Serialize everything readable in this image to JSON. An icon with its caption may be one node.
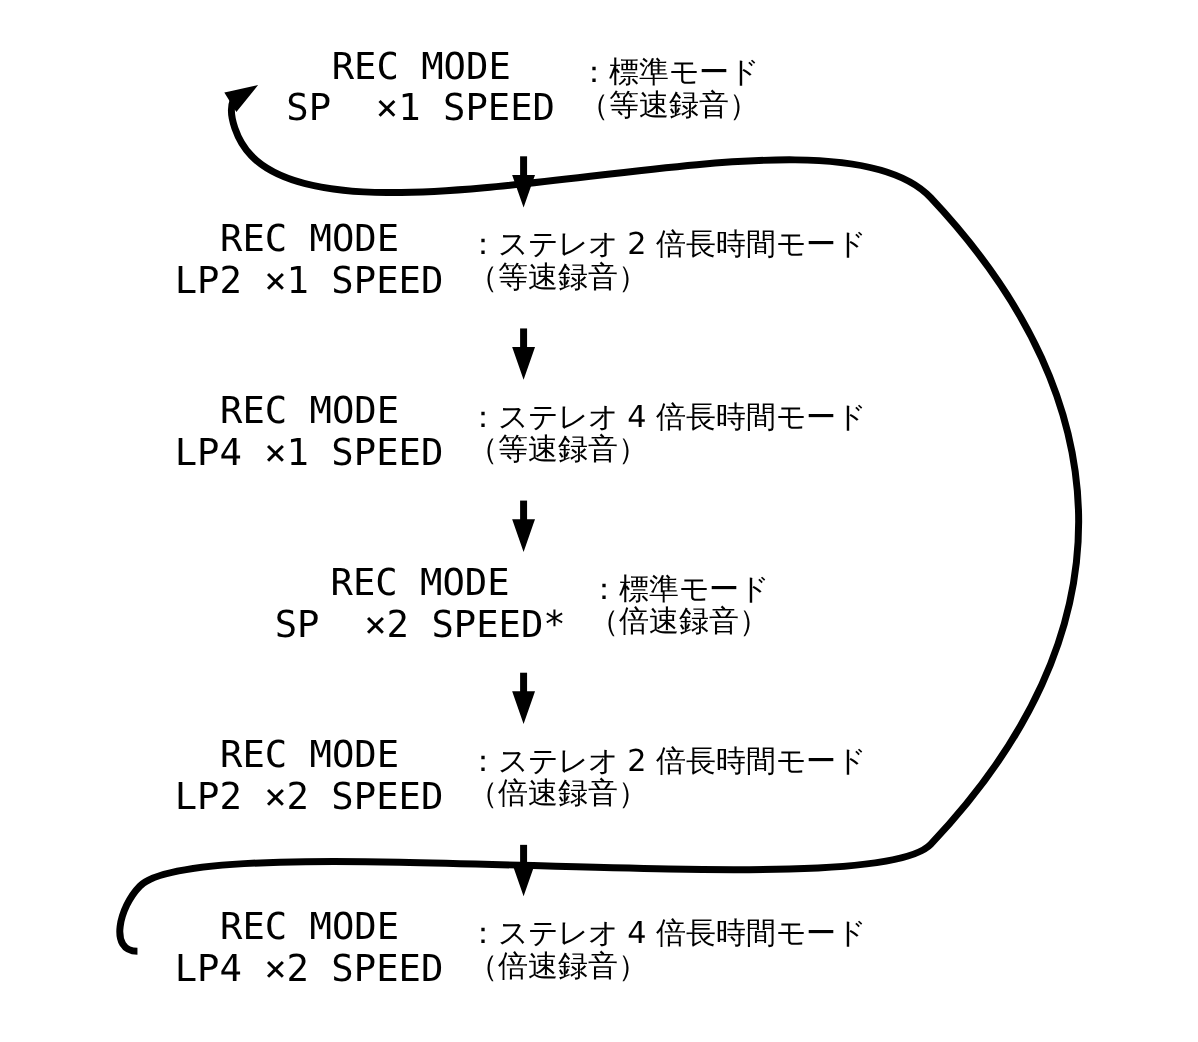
{
  "diagram": {
    "nodes": [
      {
        "text": [
          "REC MODE",
          "SP  ×1 SPEED"
        ],
        "beside": [
          "：標準モード",
          "（等速録音）"
        ]
      },
      {
        "text": [
          "REC MODE",
          "LP2 ×1 SPEED"
        ],
        "beside": [
          "：ステレオ 2 倍長時間モード",
          "（等速録音）"
        ]
      },
      {
        "text": [
          "REC MODE",
          "LP4 ×1 SPEED"
        ],
        "beside": [
          "：ステレオ 4 倍長時間モード",
          "（等速録音）"
        ]
      },
      {
        "text": [
          "REC MODE",
          "SP  ×2 SPEED*"
        ],
        "beside": [
          "：標準モード",
          "（倍速録音）"
        ]
      },
      {
        "text": [
          "REC MODE",
          "LP2 ×2 SPEED"
        ],
        "beside": [
          "：ステレオ 2 倍長時間モード",
          "（倍速録音）"
        ]
      },
      {
        "text": [
          "REC MODE",
          "LP4 ×2 SPEED"
        ],
        "beside": [
          "：ステレオ 4 倍長時間モード",
          "（倍速録音）"
        ]
      }
    ],
    "edges": [
      {
        "from": 0,
        "to": 1,
        "arrow": "to"
      },
      {
        "from": 1,
        "to": 2,
        "arrow": "to"
      },
      {
        "from": 2,
        "to": 3,
        "arrow": "to"
      },
      {
        "from": 3,
        "to": 4,
        "arrow": "to"
      },
      {
        "from": 4,
        "to": 5,
        "arrow": "to"
      },
      {
        "from": 5,
        "to": 0,
        "arrow": "to"
      }
    ]
  }
}
